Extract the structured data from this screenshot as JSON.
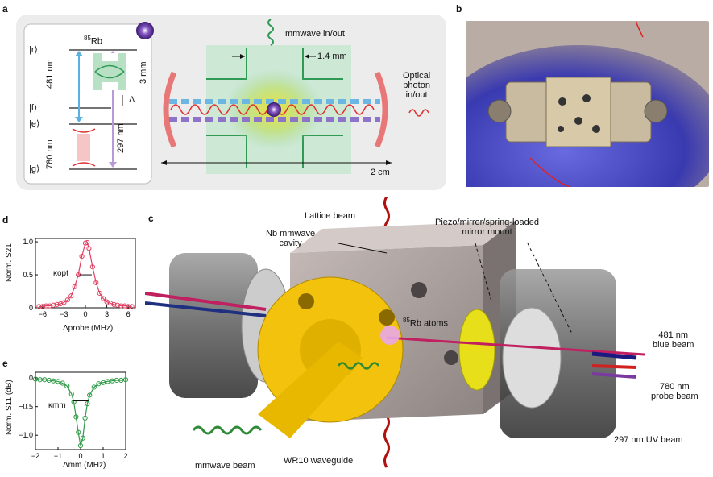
{
  "panel_a": {
    "letter": "a",
    "rb_label": "85Rb",
    "rb_mass": "85",
    "rb_sym": "Rb",
    "state_r": "|r⟩",
    "state_f": "|f⟩",
    "state_e": "|e⟩",
    "state_g": "|g⟩",
    "wl_481": "481 nm",
    "wl_297": "297 nm",
    "wl_780": "780 nm",
    "delta": "Δ",
    "cavity_3mm": "3 mm",
    "mmwave_io": "mmwave in/out",
    "dim_1_4mm": "1.4 mm",
    "optical_photon": [
      "Optical",
      "photon",
      "in/out"
    ],
    "dim_2cm": "2 cm"
  },
  "panel_b": {
    "letter": "b"
  },
  "panel_c": {
    "letter": "c",
    "lattice_beam": "Lattice beam",
    "nb_cavity": [
      "Nb mmwave",
      "cavity"
    ],
    "piezo": [
      "Piezo/mirror/spring-loaded",
      "mirror mount"
    ],
    "atoms": "85Rb atoms",
    "atoms_mass": "85",
    "atoms_text": "Rb atoms",
    "blue_beam": [
      "481 nm",
      "blue beam"
    ],
    "probe_beam": [
      "780 nm",
      "probe beam"
    ],
    "uv_beam": "297 nm UV beam",
    "waveguide": "WR10 waveguide",
    "mmwave_beam": "mmwave beam"
  },
  "panel_d": {
    "letter": "d",
    "ylabel": "Norm. S21",
    "xlabel": "Δprobe (MHz)",
    "kappa": "κopt",
    "yticks": [
      "1.0",
      "0.5",
      "0"
    ],
    "xticks": [
      "−6",
      "−3",
      "0",
      "3",
      "6"
    ]
  },
  "panel_e": {
    "letter": "e",
    "ylabel": "Norm. S11 (dB)",
    "xlabel": "Δmm (MHz)",
    "kappa": "κmm",
    "yticks": [
      "0",
      "−0.5",
      "−1.0"
    ],
    "xticks": [
      "−2",
      "−1",
      "0",
      "1",
      "2"
    ]
  },
  "chart_data": [
    {
      "type": "scatter",
      "panel": "d",
      "xlabel": "Δprobe (MHz)",
      "ylabel": "Norm. S21",
      "xlim": [
        -7,
        7
      ],
      "ylim": [
        0,
        1.05
      ],
      "series": [
        {
          "x": [
            -6.5,
            -6,
            -5.5,
            -5,
            -4.5,
            -4,
            -3.5,
            -3,
            -2.5,
            -2,
            -1.5,
            -1,
            -0.5,
            0,
            0.25,
            0.5,
            1,
            1.5,
            2,
            2.5,
            3,
            3.5,
            4,
            4.5,
            5,
            5.5,
            6,
            6.5
          ],
          "y": [
            0.02,
            0.02,
            0.03,
            0.03,
            0.04,
            0.05,
            0.06,
            0.08,
            0.12,
            0.18,
            0.32,
            0.5,
            0.78,
            0.98,
            0.99,
            0.9,
            0.62,
            0.38,
            0.22,
            0.14,
            0.09,
            0.07,
            0.05,
            0.04,
            0.03,
            0.03,
            0.02,
            0.02
          ]
        }
      ]
    },
    {
      "type": "scatter",
      "panel": "e",
      "xlabel": "Δmm (MHz)",
      "ylabel": "Norm. S11 (dB)",
      "xlim": [
        -2,
        2
      ],
      "ylim": [
        -1.25,
        0.1
      ],
      "series": [
        {
          "x": [
            -2,
            -1.8,
            -1.6,
            -1.4,
            -1.2,
            -1,
            -0.8,
            -0.6,
            -0.4,
            -0.3,
            -0.2,
            -0.1,
            0,
            0.1,
            0.2,
            0.3,
            0.4,
            0.6,
            0.8,
            1,
            1.2,
            1.4,
            1.6,
            1.8,
            2
          ],
          "y": [
            -0.02,
            -0.03,
            -0.03,
            -0.04,
            -0.05,
            -0.06,
            -0.09,
            -0.14,
            -0.28,
            -0.42,
            -0.68,
            -0.95,
            -1.18,
            -1.05,
            -0.7,
            -0.45,
            -0.3,
            -0.16,
            -0.1,
            -0.08,
            -0.06,
            -0.05,
            -0.04,
            -0.04,
            -0.03
          ]
        }
      ]
    }
  ]
}
